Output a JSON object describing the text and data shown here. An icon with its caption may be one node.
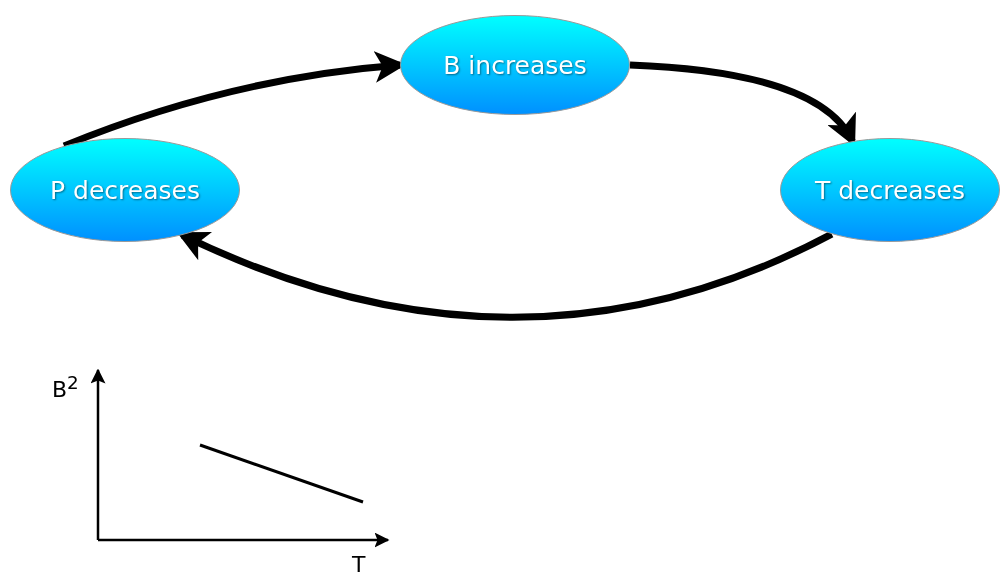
{
  "diagram": {
    "nodes": [
      {
        "text": [
          "B increases"
        ]
      },
      {
        "text": [
          "P decreases"
        ]
      },
      {
        "text": [
          "T decreases"
        ]
      }
    ],
    "edges": [
      {
        "from": 1,
        "to": 0,
        "arrow": "to"
      },
      {
        "from": 0,
        "to": 2,
        "arrow": "to"
      },
      {
        "from": 2,
        "to": 1,
        "arrow": "to"
      }
    ],
    "labels": [
      "B$^{2}$",
      "T"
    ]
  }
}
